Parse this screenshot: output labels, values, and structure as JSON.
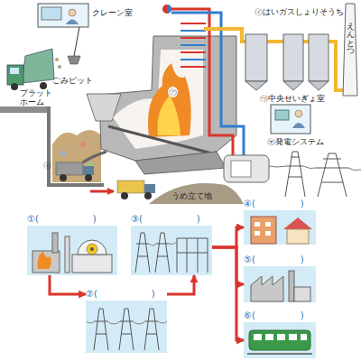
{
  "diagram": {
    "nodes": [
      {
        "text": [
          "①(　　　　　　)"
        ]
      },
      {
        "text": [
          "②(　　　　　　)"
        ]
      },
      {
        "text": [
          "③(　　　　　　)"
        ]
      },
      {
        "text": [
          "④(　　　　　)"
        ]
      },
      {
        "text": [
          "⑤(　　　　　)"
        ]
      },
      {
        "text": [
          "⑥(　　　　　)"
        ]
      }
    ],
    "edges": [
      {
        "from": 0,
        "to": 1,
        "arrow": "to"
      },
      {
        "from": 1,
        "to": 2,
        "arrow": "to"
      },
      {
        "from": 2,
        "to": 3,
        "arrow": "to"
      },
      {
        "from": 2,
        "to": 4,
        "arrow": "to"
      },
      {
        "from": 2,
        "to": 5,
        "arrow": "to"
      }
    ],
    "labels": [
      "クレーン室",
      "ごみピット",
      "プラット ホーム",
      "㋐",
      "㋑はいガスしょりそうち",
      "えんとつ",
      "㋒中央せいぎょ室",
      "㋓",
      "うめ立て地",
      "㋔発電システム"
    ]
  }
}
